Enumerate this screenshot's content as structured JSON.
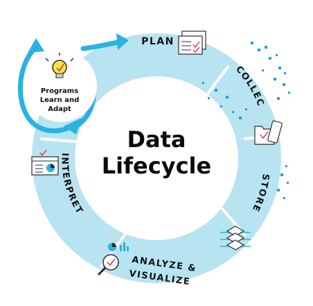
{
  "center": {
    "title_line1": "Data",
    "title_line2": "Lifecycle"
  },
  "stages": {
    "plan": "PLAN",
    "collect": "COLLECT",
    "store": "STORE",
    "analyze_line1": "ANALYZE &",
    "analyze_line2": "VISUALIZE",
    "interpret": "INTERPRET"
  },
  "programs_loop": {
    "line1": "Programs",
    "line2": "Learn and",
    "line3": "Adapt"
  },
  "colors": {
    "ring_fill": "#b8e3f0",
    "ring_divider": "#ffffff",
    "arrow_blue": "#29b2e2",
    "dot_blue": "#1aa3d8",
    "icon_red": "#d32b3f",
    "text": "#111111"
  },
  "icons": {
    "plan": "checklist-document-icon",
    "collect": "folder-and-tablet-icon",
    "store": "layered-stack-icon",
    "analyze": "magnifier-with-charts-icon",
    "interpret": "dashboard-window-icon",
    "programs": "lightbulb-icon"
  }
}
